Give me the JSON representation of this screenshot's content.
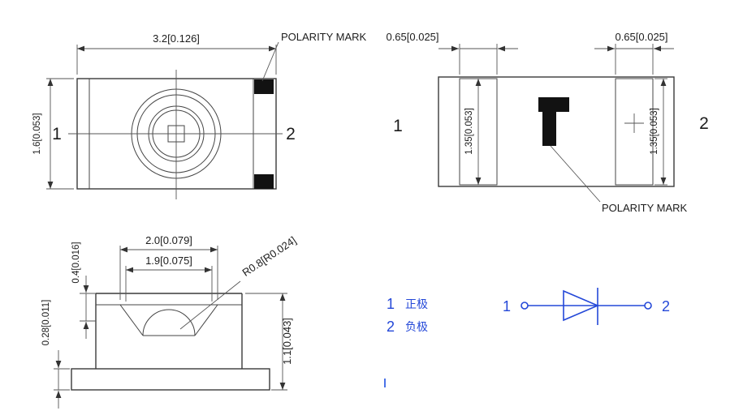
{
  "colors": {
    "ink": "#1c1c1c",
    "drawing_line": "#444444",
    "accent_blue": "#2448d8"
  },
  "top_view": {
    "pin1": "1",
    "pin2": "2",
    "dim_width": "3.2[0.126]",
    "dim_height": "1.6[0.053]",
    "polarity_label": "POLARITY MARK"
  },
  "back_view": {
    "pin1": "1",
    "pin2": "2",
    "dim_pad_left": "0.65[0.025]",
    "dim_pad_right": "0.65[0.025]",
    "dim_height_left": "1.35[0.053]",
    "dim_height_right": "1.35[0.053]",
    "polarity_label": "POLARITY MARK"
  },
  "side_view": {
    "dim_top_width": "2.0[0.079]",
    "dim_lens_width": "1.9[0.075]",
    "dim_lens_height": "0.4[0.016]",
    "dim_base_thickness": "0.28[0.011]",
    "dim_total_height": "1.1[0.043]",
    "dim_lens_radius": "R0.8[R0.024]"
  },
  "schematic": {
    "pin1": "1",
    "pin2": "2",
    "legend": [
      {
        "num": "1",
        "label": "正极"
      },
      {
        "num": "2",
        "label": "负极"
      }
    ]
  }
}
